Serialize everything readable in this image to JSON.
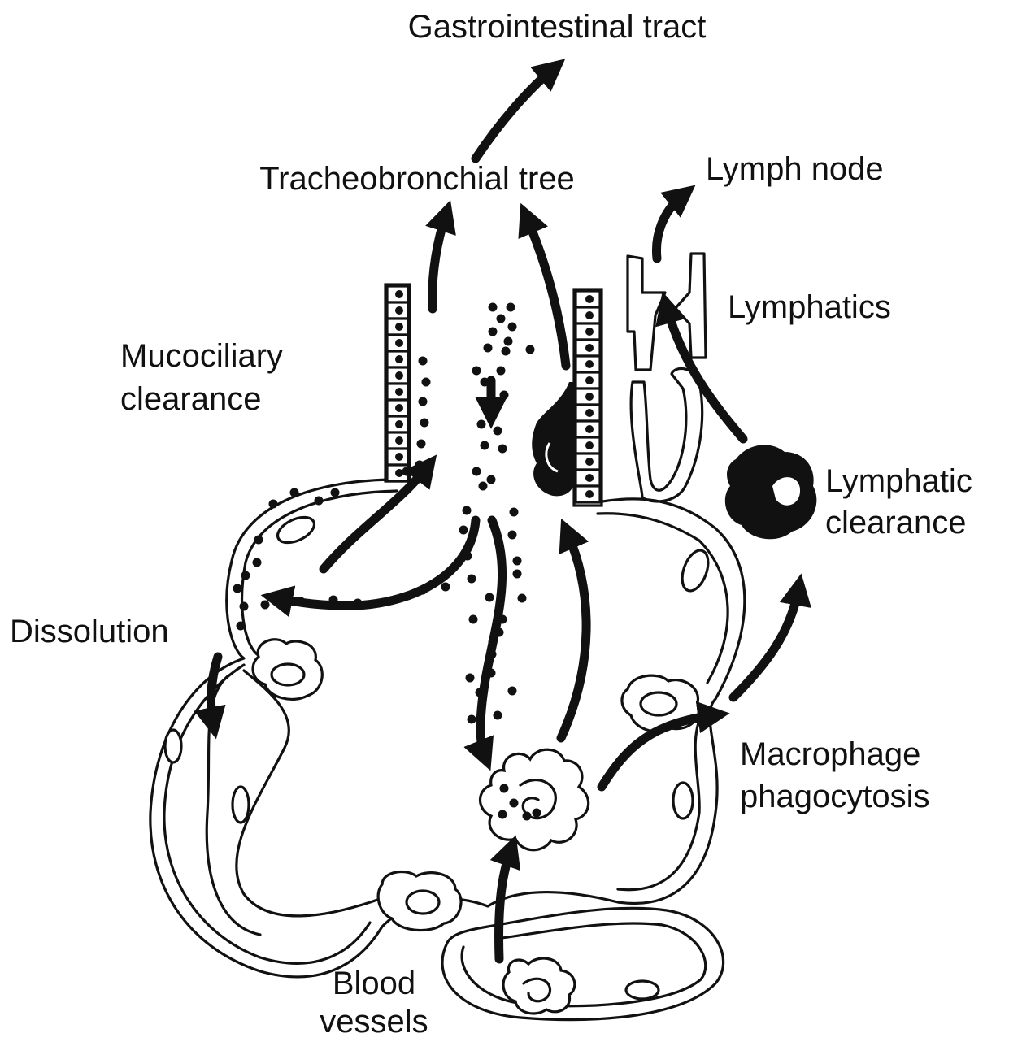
{
  "labels": {
    "gi_tract": "Gastrointestinal tract",
    "tracheo_tree": "Tracheobronchial tree",
    "lymph_node": "Lymph node",
    "lymphatics": "Lymphatics",
    "mucociliary": [
      "Mucociliary",
      "clearance"
    ],
    "lymphatic_clearance": [
      "Lymphatic",
      "clearance"
    ],
    "dissolution": "Dissolution",
    "macrophage": [
      "Macrophage",
      "phagocytosis"
    ],
    "blood_vessels": [
      "Blood",
      "vessels"
    ]
  },
  "colors": {
    "ink": "#111111",
    "background": "#ffffff"
  }
}
